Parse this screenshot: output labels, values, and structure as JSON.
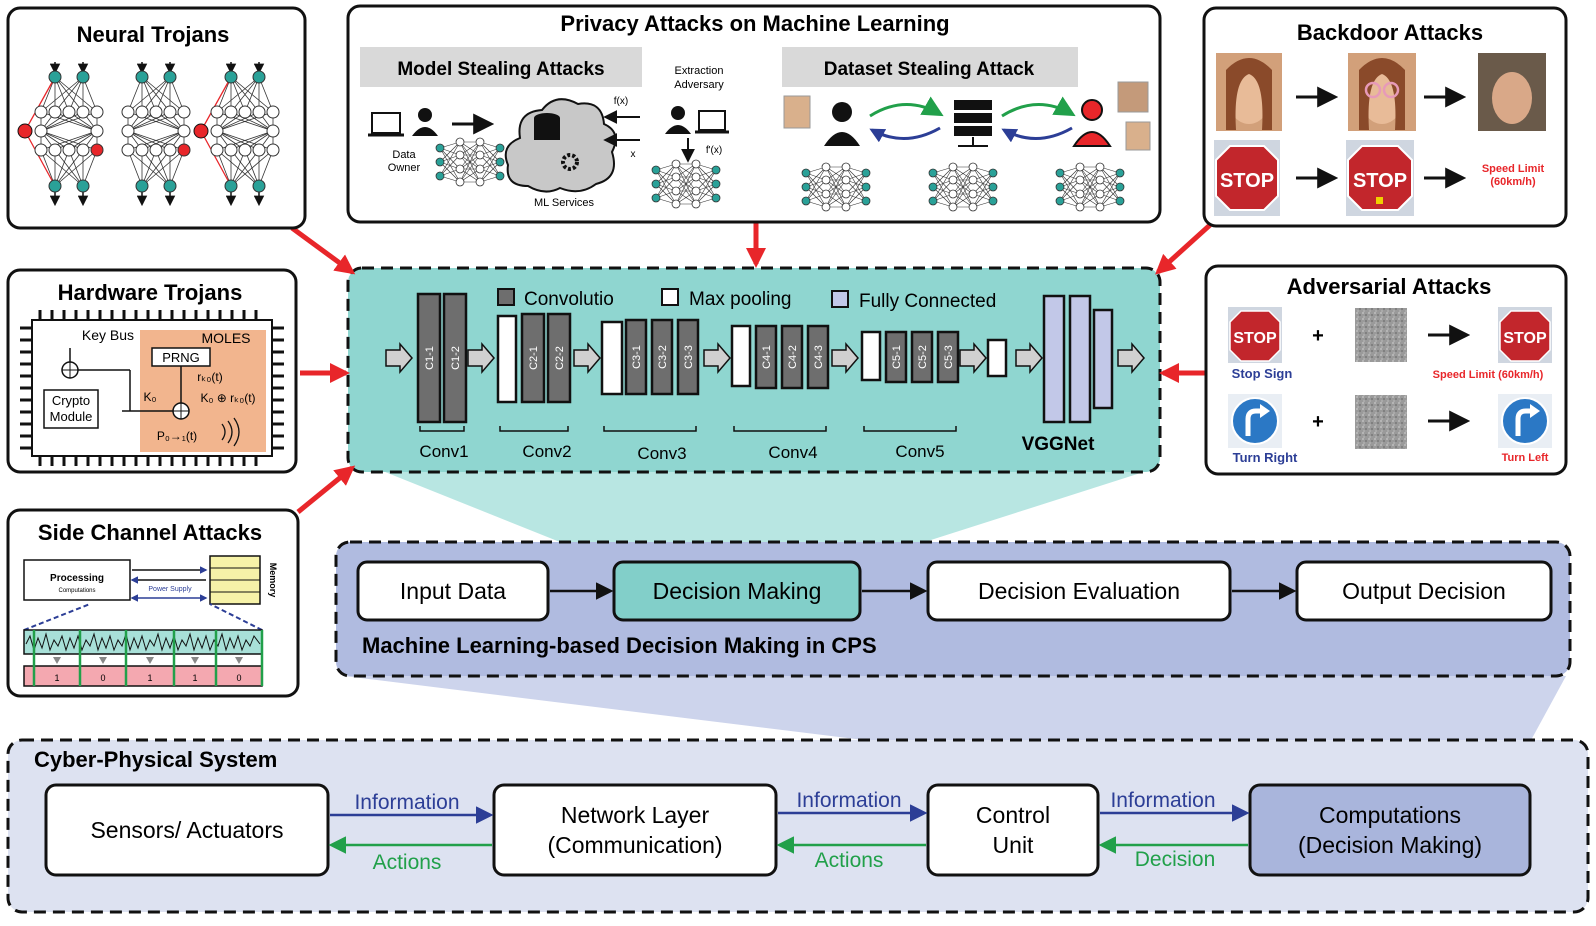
{
  "panels": {
    "neural_trojans": {
      "title": "Neural Trojans"
    },
    "privacy": {
      "title": "Privacy Attacks on Machine Learning",
      "model_stealing": "Model Stealing Attacks",
      "dataset_stealing": "Dataset Stealing Attack",
      "extraction_line1": "Extraction",
      "extraction_line2": "Adversary",
      "data_owner_line1": "Data",
      "data_owner_line2": "Owner",
      "ml_services": "ML Services",
      "fx": "f(x)",
      "x": "x",
      "fpx": "f'(x)"
    },
    "backdoor": {
      "title": "Backdoor Attacks",
      "stop_text": "STOP",
      "speed_limit_line1": "Speed Limit",
      "speed_limit_line2": "(60km/h)"
    },
    "hardware": {
      "title": "Hardware Trojans",
      "key_bus": "Key Bus",
      "moles": "MOLES",
      "prng": "PRNG",
      "crypto_line1": "Crypto",
      "crypto_line2": "Module",
      "r_k0": "rₖ₀(t)",
      "k0": "K₀",
      "k0_xor": "K₀ ⊕ rₖ₀(t)",
      "p": "P₀→₁(t)"
    },
    "adversarial": {
      "title": "Adversarial Attacks",
      "plus": "+",
      "stop_text": "STOP",
      "stop_sign": "Stop Sign",
      "speed_limit": "Speed Limit (60km/h)",
      "turn_right": "Turn Right",
      "turn_left": "Turn Left"
    },
    "side_channel": {
      "title": "Side Channel Attacks",
      "processing": "Processing",
      "computations": "Computations",
      "power_supply": "Power Supply",
      "memory": "Memory",
      "bits": [
        "1",
        "0",
        "1",
        "1",
        "0"
      ]
    }
  },
  "vgg": {
    "legend": {
      "conv": "Convolutio",
      "maxpool": "Max pooling",
      "fc": "Fully Connected"
    },
    "groups": [
      {
        "label": "Conv1",
        "layers": [
          "C1-1",
          "C1-2"
        ]
      },
      {
        "label": "Conv2",
        "layers": [
          "C2-1",
          "C2-2"
        ]
      },
      {
        "label": "Conv3",
        "layers": [
          "C3-1",
          "C3-2",
          "C3-3"
        ]
      },
      {
        "label": "Conv4",
        "layers": [
          "C4-1",
          "C4-2",
          "C4-3"
        ]
      },
      {
        "label": "Conv5",
        "layers": [
          "C5-1",
          "C5-2",
          "C5-3"
        ]
      }
    ],
    "name": "VGGNet"
  },
  "ml_pipeline": {
    "title": "Machine Learning-based Decision Making in CPS",
    "steps": [
      "Input Data",
      "Decision Making",
      "Decision Evaluation",
      "Output Decision"
    ]
  },
  "cps": {
    "title": "Cyber-Physical System",
    "sensors": "Sensors/ Actuators",
    "network_line1": "Network Layer",
    "network_line2": "(Communication)",
    "control_line1": "Control",
    "control_line2": "Unit",
    "comp_line1": "Computations",
    "comp_line2": "(Decision Making)",
    "information": "Information",
    "actions": "Actions",
    "decision": "Decision"
  },
  "colors": {
    "teal": "#8fd6d0",
    "teal_box": "#82cfc9",
    "lavender": "#b7c2e3",
    "cps_bg": "#dde2f1",
    "red_arrow": "#e8262a",
    "blue_arrow": "#2c3e96",
    "green_arrow": "#21a04a",
    "conv_gray": "#6e6e6e",
    "fc_purple": "#c2c8e8"
  }
}
